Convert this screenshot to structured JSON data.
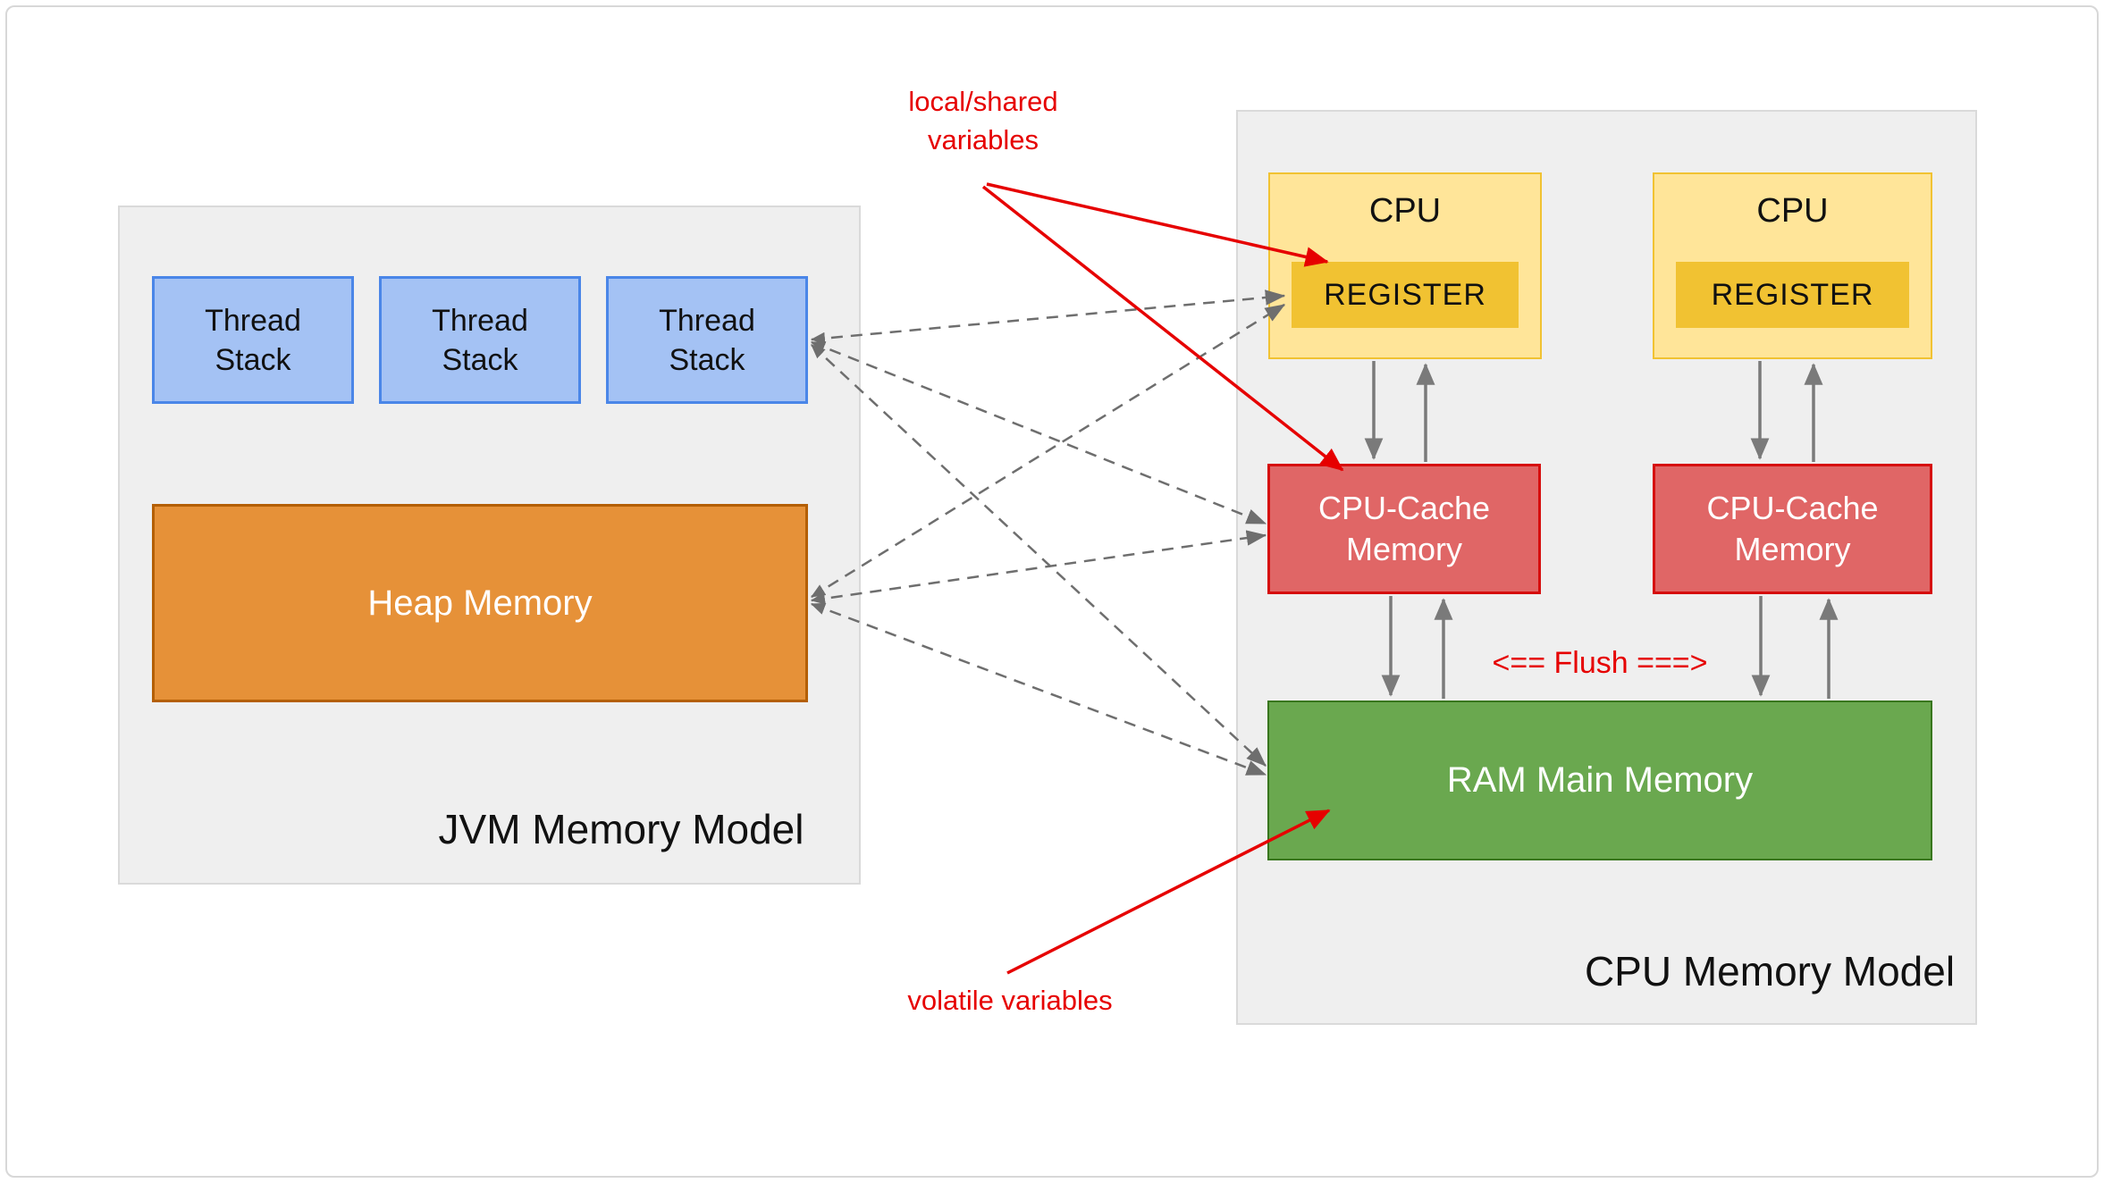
{
  "diagram": {
    "jvm": {
      "title": "JVM Memory Model",
      "thread_stacks": [
        "Thread\nStack",
        "Thread\nStack",
        "Thread\nStack"
      ],
      "heap": "Heap Memory"
    },
    "cpu": {
      "title": "CPU Memory Model",
      "units": [
        {
          "name": "CPU",
          "register": "REGISTER",
          "cache": "CPU-Cache\nMemory"
        },
        {
          "name": "CPU",
          "register": "REGISTER",
          "cache": "CPU-Cache\nMemory"
        }
      ],
      "ram": "RAM Main Memory",
      "flush": "<== Flush ===>"
    },
    "annotations": {
      "local_shared": "local/shared\nvariables",
      "volatile": "volatile variables"
    }
  },
  "colors": {
    "thread-fill": "#a4c2f4",
    "thread-border": "#4a86e8",
    "heap-fill": "#e69138",
    "heap-border": "#b45f06",
    "cpu-fill": "#ffe599",
    "cpu-border": "#f1c232",
    "register-fill": "#f1c232",
    "cache-fill": "#e06666",
    "cache-border": "#d60e0e",
    "ram-fill": "#6aa84f",
    "ram-border": "#38761d",
    "container-fill": "#efefef",
    "container-border": "#dadada",
    "annotation-red": "#e60000",
    "arrow-gray": "#6e6e6e",
    "solid-arrow-gray": "#7a7a7a",
    "frame-border": "#d8d8d8",
    "text-dark": "#111111",
    "text-light": "#ffffff"
  }
}
